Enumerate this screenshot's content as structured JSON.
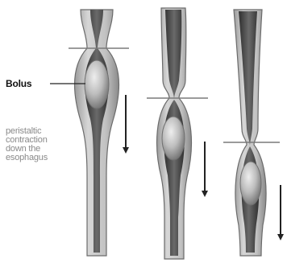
{
  "labels": {
    "bolus": "Bolus",
    "peristalsis": [
      "peristaltic",
      "contraction",
      "down the",
      "esophagus"
    ]
  },
  "figure": {
    "stages": 3,
    "colors": {
      "tube_outer": "#8e8e8e",
      "tube_wall": "#b5b5b5",
      "lumen": "#4a4a4a",
      "bolus": "#c8c8c8",
      "arrow": "#222222",
      "text_label": "#111111",
      "text_caption": "#8a8a8a"
    }
  }
}
